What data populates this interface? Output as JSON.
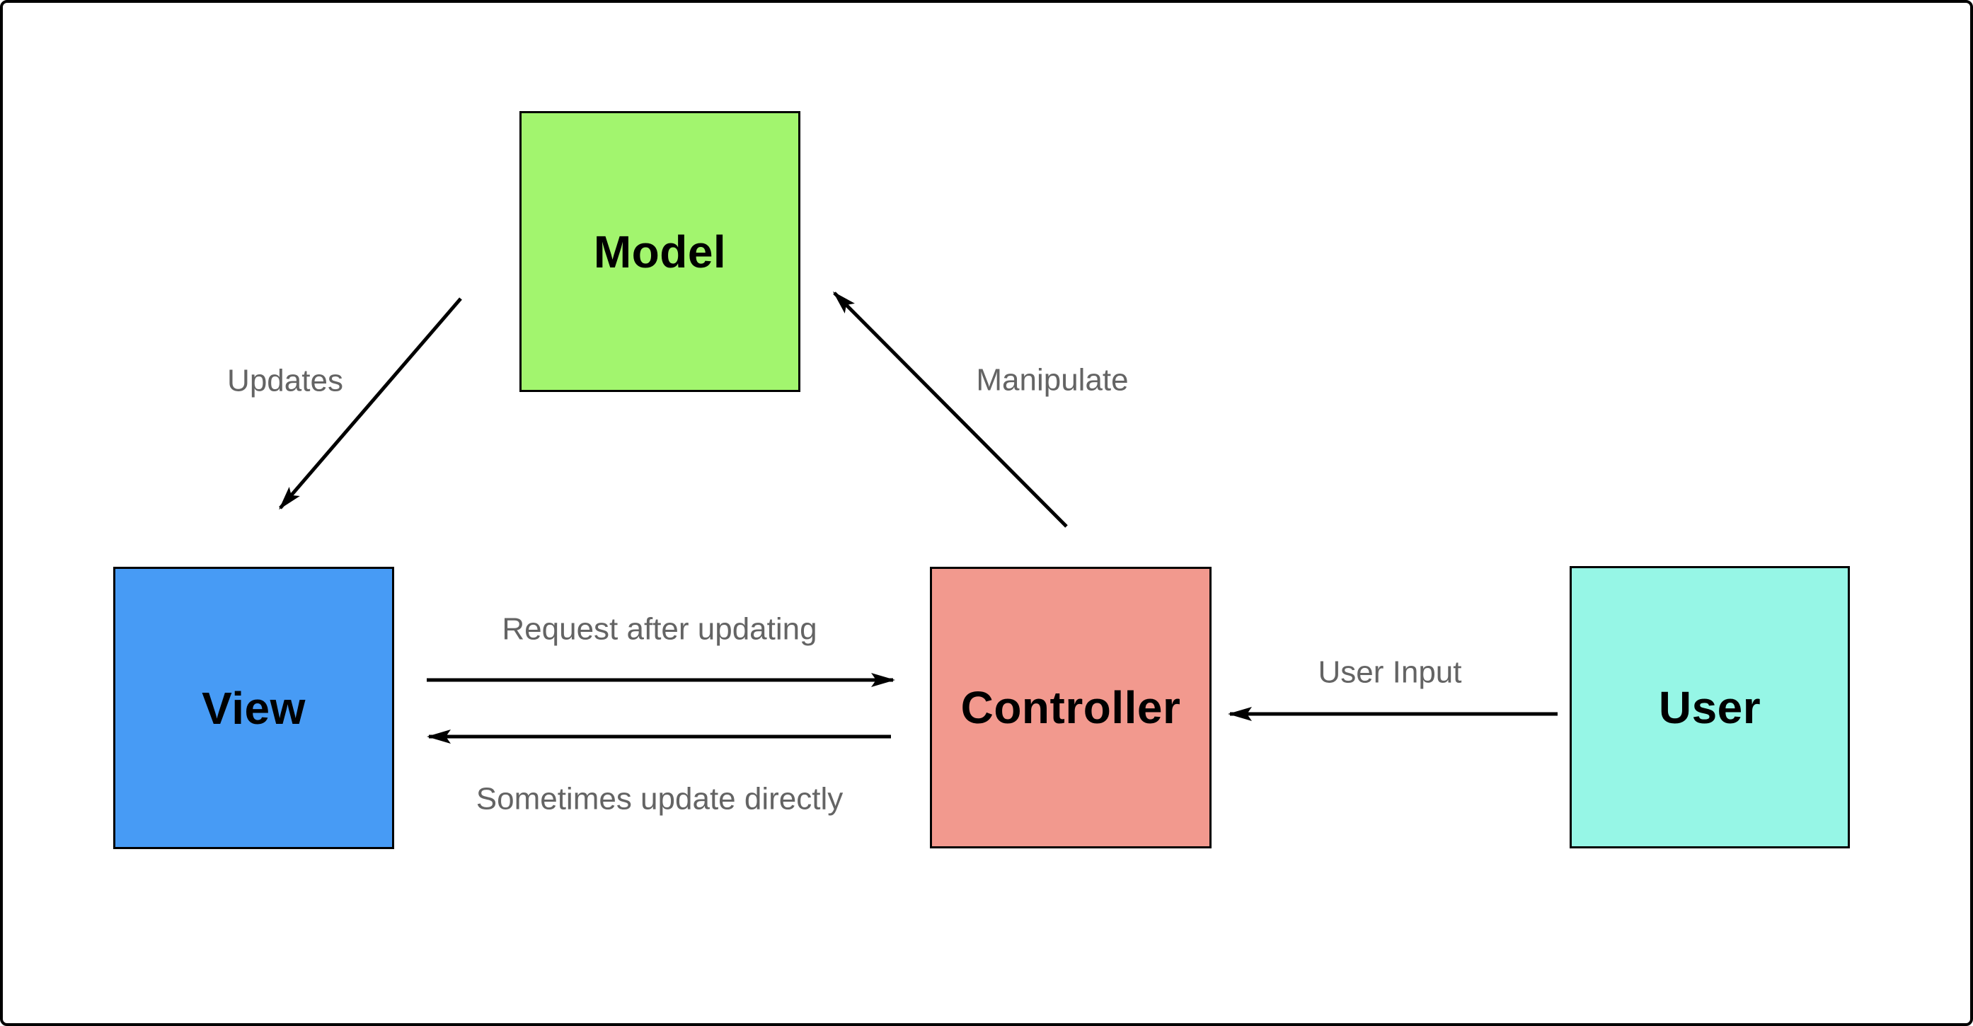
{
  "diagram": {
    "type": "mvc-architecture",
    "nodes": [
      {
        "id": "model",
        "label": "Model",
        "fill": "#a2f56e"
      },
      {
        "id": "view",
        "label": "View",
        "fill": "#479bf5"
      },
      {
        "id": "controller",
        "label": "Controller",
        "fill": "#f2998e"
      },
      {
        "id": "user",
        "label": "User",
        "fill": "#96f6e6"
      }
    ],
    "edges": [
      {
        "from": "model",
        "to": "view",
        "label": "Updates"
      },
      {
        "from": "controller",
        "to": "model",
        "label": "Manipulate"
      },
      {
        "from": "view",
        "to": "controller",
        "label": "Request after updating"
      },
      {
        "from": "controller",
        "to": "view",
        "label": "Sometimes update directly"
      },
      {
        "from": "user",
        "to": "controller",
        "label": "User Input"
      }
    ],
    "colors": {
      "background": "#ffffff",
      "frame_border": "#000000",
      "node_border": "#000000",
      "node_text": "#000000",
      "edge_stroke": "#000000",
      "edge_label_text": "#646464"
    }
  }
}
